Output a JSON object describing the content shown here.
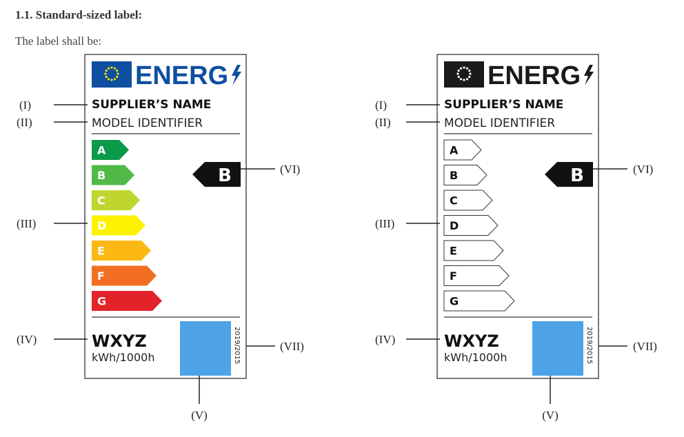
{
  "heading": "1.1.   Standard-sized label:",
  "intro": "The label shall be:",
  "logo_text": "ENERG",
  "supplier": "SUPPLIER’S NAME",
  "model": "MODEL IDENTIFIER",
  "classes": [
    "A",
    "B",
    "C",
    "D",
    "E",
    "F",
    "G"
  ],
  "class_colors": [
    "#0a9a4a",
    "#52b848",
    "#bfd630",
    "#fff200",
    "#fcb813",
    "#f26f22",
    "#e2232a"
  ],
  "selected_class": "B",
  "consumption_value": "WXYZ",
  "consumption_unit": "kWh/1000h",
  "regulation": "2019/2015",
  "callouts": {
    "i": "(I)",
    "ii": "(II)",
    "iii": "(III)",
    "iv": "(IV)",
    "v": "(V)",
    "vi": "(VI)",
    "vii": "(VII)"
  },
  "colors": {
    "eu_blue": "#0e4fa0",
    "eu_stars": "#ffdd00",
    "qr_placeholder": "#4da3e6"
  }
}
